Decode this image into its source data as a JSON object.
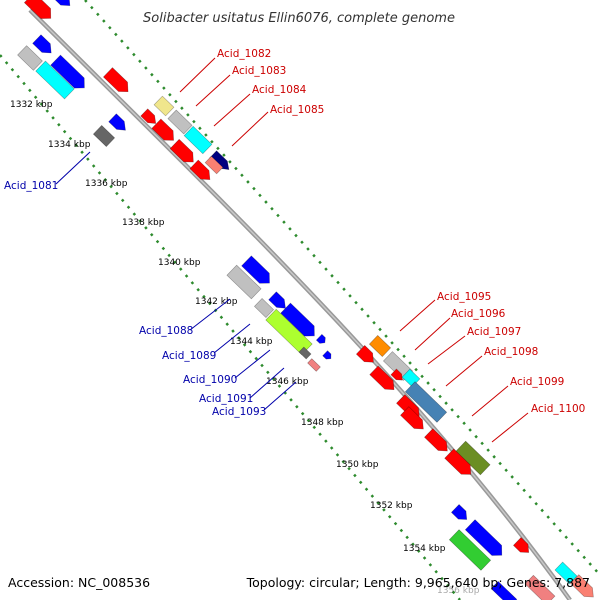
{
  "title": "Solibacter usitatus Ellin6076, complete genome",
  "accession": "Accession: NC_008536",
  "summary": "Topology: circular; Length: 9,965,640 bp; Genes: 7,887",
  "ticks": [
    "1332 kbp",
    "1334 kbp",
    "1336 kbp",
    "1338 kbp",
    "1340 kbp",
    "1342 kbp",
    "1344 kbp",
    "1346 kbp",
    "1348 kbp",
    "1350 kbp",
    "1352 kbp",
    "1354 kbp",
    "1356 kbp"
  ],
  "labels_right": [
    "Acid_1082",
    "Acid_1083",
    "Acid_1084",
    "Acid_1085",
    "Acid_1095",
    "Acid_1096",
    "Acid_1097",
    "Acid_1098",
    "Acid_1099",
    "Acid_1100"
  ],
  "labels_left": [
    "Acid_1081",
    "Acid_1088",
    "Acid_1089",
    "Acid_1090",
    "Acid_1091",
    "Acid_1093"
  ],
  "colors": {
    "label_right": "#cc0000",
    "label_left": "#0000aa",
    "backbone": "#999999",
    "dots": "#2e8b2e",
    "red": "#ff0000",
    "blue": "#0000ff",
    "grey": "#c0c0c0",
    "cyan": "#00ffff",
    "khaki": "#f0e68c",
    "navy": "#000080",
    "salmon": "#fa8072",
    "darkgrey": "#666666",
    "limegreen": "#adff2f",
    "pink": "#f08080",
    "orange": "#ff8c00",
    "steelblue": "#4682b4",
    "olive": "#6b8e23",
    "green": "#32cd32"
  }
}
